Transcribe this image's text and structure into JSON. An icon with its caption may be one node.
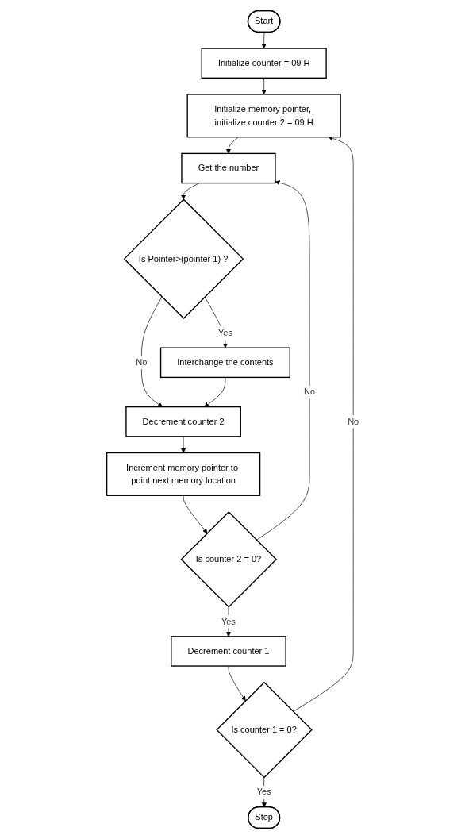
{
  "diagram": {
    "nodes": [
      {
        "text": [
          "Start"
        ]
      },
      {
        "text": [
          "Initialize counter = 09 H"
        ]
      },
      {
        "text": [
          "Initialize memory pointer, initialize counter 2 = 09 H"
        ]
      },
      {
        "text": [
          "Get the number"
        ]
      },
      {
        "text": [
          "Is Pointer>(pointer 1) ?"
        ]
      },
      {
        "text": [
          "Interchange the contents"
        ]
      },
      {
        "text": [
          "Decrement counter 2"
        ]
      },
      {
        "text": [
          "Increment memory pointer to point next memory location"
        ]
      },
      {
        "text": [
          "Is counter 2 = 0?"
        ]
      },
      {
        "text": [
          "Decrement counter 1"
        ]
      },
      {
        "text": [
          "Is counter 1 = 0?"
        ]
      },
      {
        "text": [
          "Stop"
        ]
      }
    ],
    "edges": [
      {
        "from": 0,
        "to": 1,
        "arrow": "to"
      },
      {
        "from": 1,
        "to": 2,
        "arrow": "to"
      },
      {
        "from": 2,
        "to": 3,
        "arrow": "to"
      },
      {
        "from": 3,
        "to": 4,
        "arrow": "to"
      },
      {
        "from": 4,
        "to": 5,
        "label": "Yes",
        "arrow": "to"
      },
      {
        "from": 4,
        "to": 6,
        "label": "No",
        "arrow": "to"
      },
      {
        "from": 5,
        "to": 6,
        "arrow": "to"
      },
      {
        "from": 6,
        "to": 7,
        "arrow": "to"
      },
      {
        "from": 7,
        "to": 8,
        "arrow": "to"
      },
      {
        "from": 8,
        "to": 3,
        "label": "No",
        "arrow": "to"
      },
      {
        "from": 8,
        "to": 9,
        "label": "Yes",
        "arrow": "to"
      },
      {
        "from": 9,
        "to": 10,
        "arrow": "to"
      },
      {
        "from": 10,
        "to": 2,
        "label": "No",
        "arrow": "to"
      },
      {
        "from": 10,
        "to": 11,
        "label": "Yes",
        "arrow": "to"
      }
    ]
  }
}
